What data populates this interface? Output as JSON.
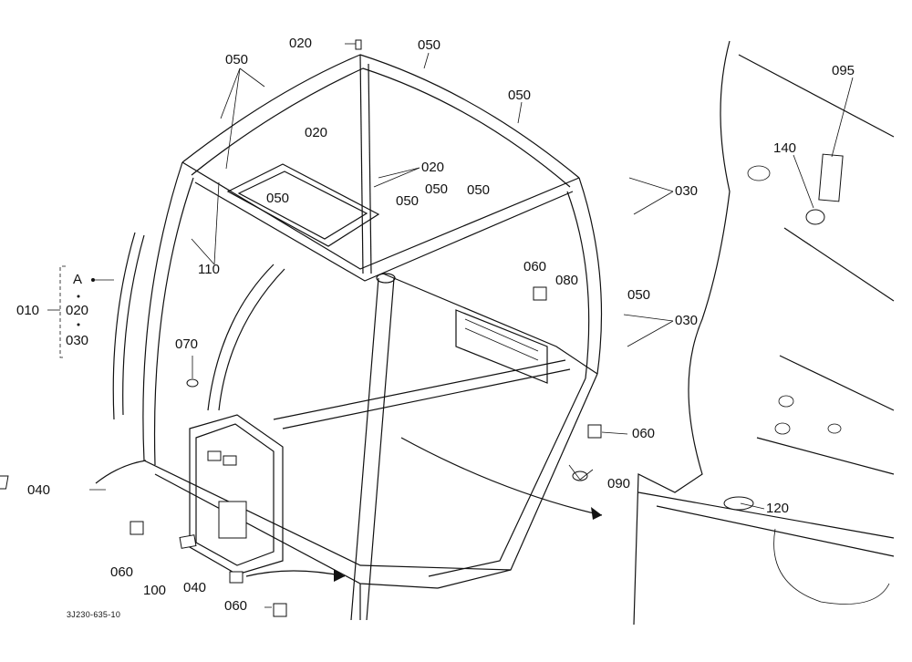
{
  "labels": {
    "p020_top": "020",
    "p050_a": "050",
    "p050_b": "050",
    "p050_c": "050",
    "p020_b": "020",
    "p020_c": "020",
    "p050_d": "050",
    "p050_e": "050",
    "p050_f": "050",
    "p050_g": "050",
    "p030_a": "030",
    "p110": "110",
    "p060_a": "060",
    "p080": "080",
    "p050_h": "050",
    "p030_b": "030",
    "p070": "070",
    "p060_b": "060",
    "p090": "090",
    "p040_a": "040",
    "p060_c": "060",
    "p100": "100",
    "p040_b": "040",
    "p060_d": "060",
    "p095": "095",
    "p140": "140",
    "p120": "120",
    "p010": "010",
    "groupA": "A",
    "groupA_020": "020",
    "groupA_030": "030",
    "drawing_no": "3J230-635-10"
  }
}
